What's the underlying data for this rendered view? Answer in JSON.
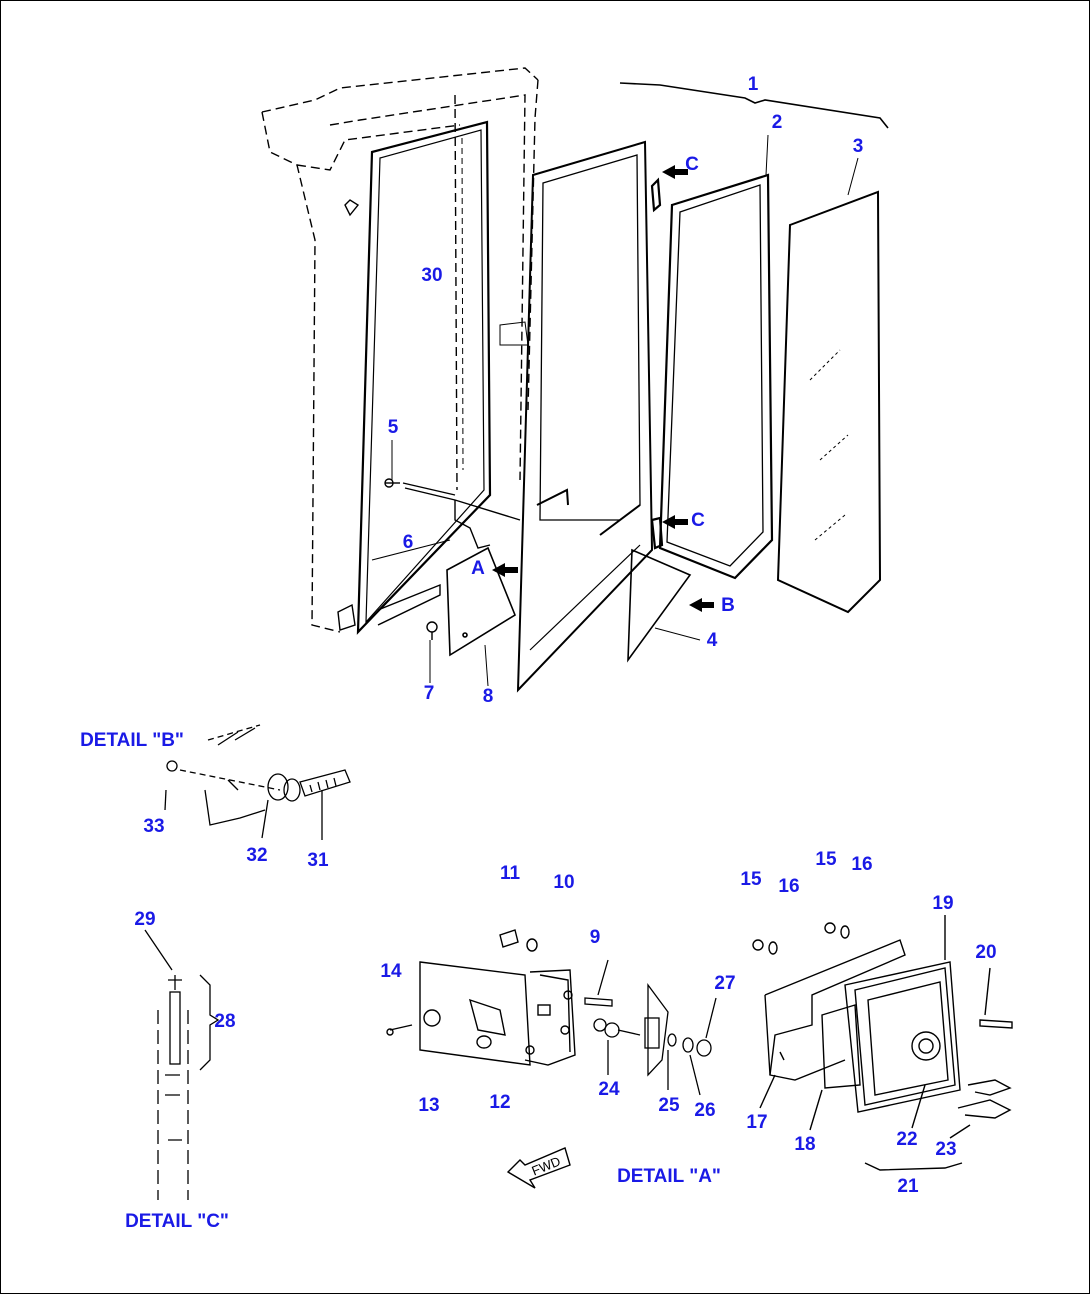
{
  "colors": {
    "callout": "#1a1ae6",
    "line": "#000000",
    "background": "#ffffff"
  },
  "callouts": {
    "p1": "1",
    "p2": "2",
    "p3": "3",
    "p4": "4",
    "p5": "5",
    "p6": "6",
    "p7": "7",
    "p8": "8",
    "p9": "9",
    "p10": "10",
    "p11": "11",
    "p12": "12",
    "p13": "13",
    "p14": "14",
    "p15a": "15",
    "p15b": "15",
    "p16a": "16",
    "p16b": "16",
    "p17": "17",
    "p18": "18",
    "p19": "19",
    "p20": "20",
    "p21": "21",
    "p22": "22",
    "p23": "23",
    "p24": "24",
    "p25": "25",
    "p26": "26",
    "p27": "27",
    "p28": "28",
    "p29": "29",
    "p30": "30",
    "p31": "31",
    "p32": "32",
    "p33": "33"
  },
  "arrow_labels": {
    "a": "A",
    "b": "B",
    "c_top": "C",
    "c_bottom": "C"
  },
  "details": {
    "a": "DETAIL \"A\"",
    "b": "DETAIL \"B\"",
    "c": "DETAIL \"C\""
  },
  "fwd_label": "FWD"
}
